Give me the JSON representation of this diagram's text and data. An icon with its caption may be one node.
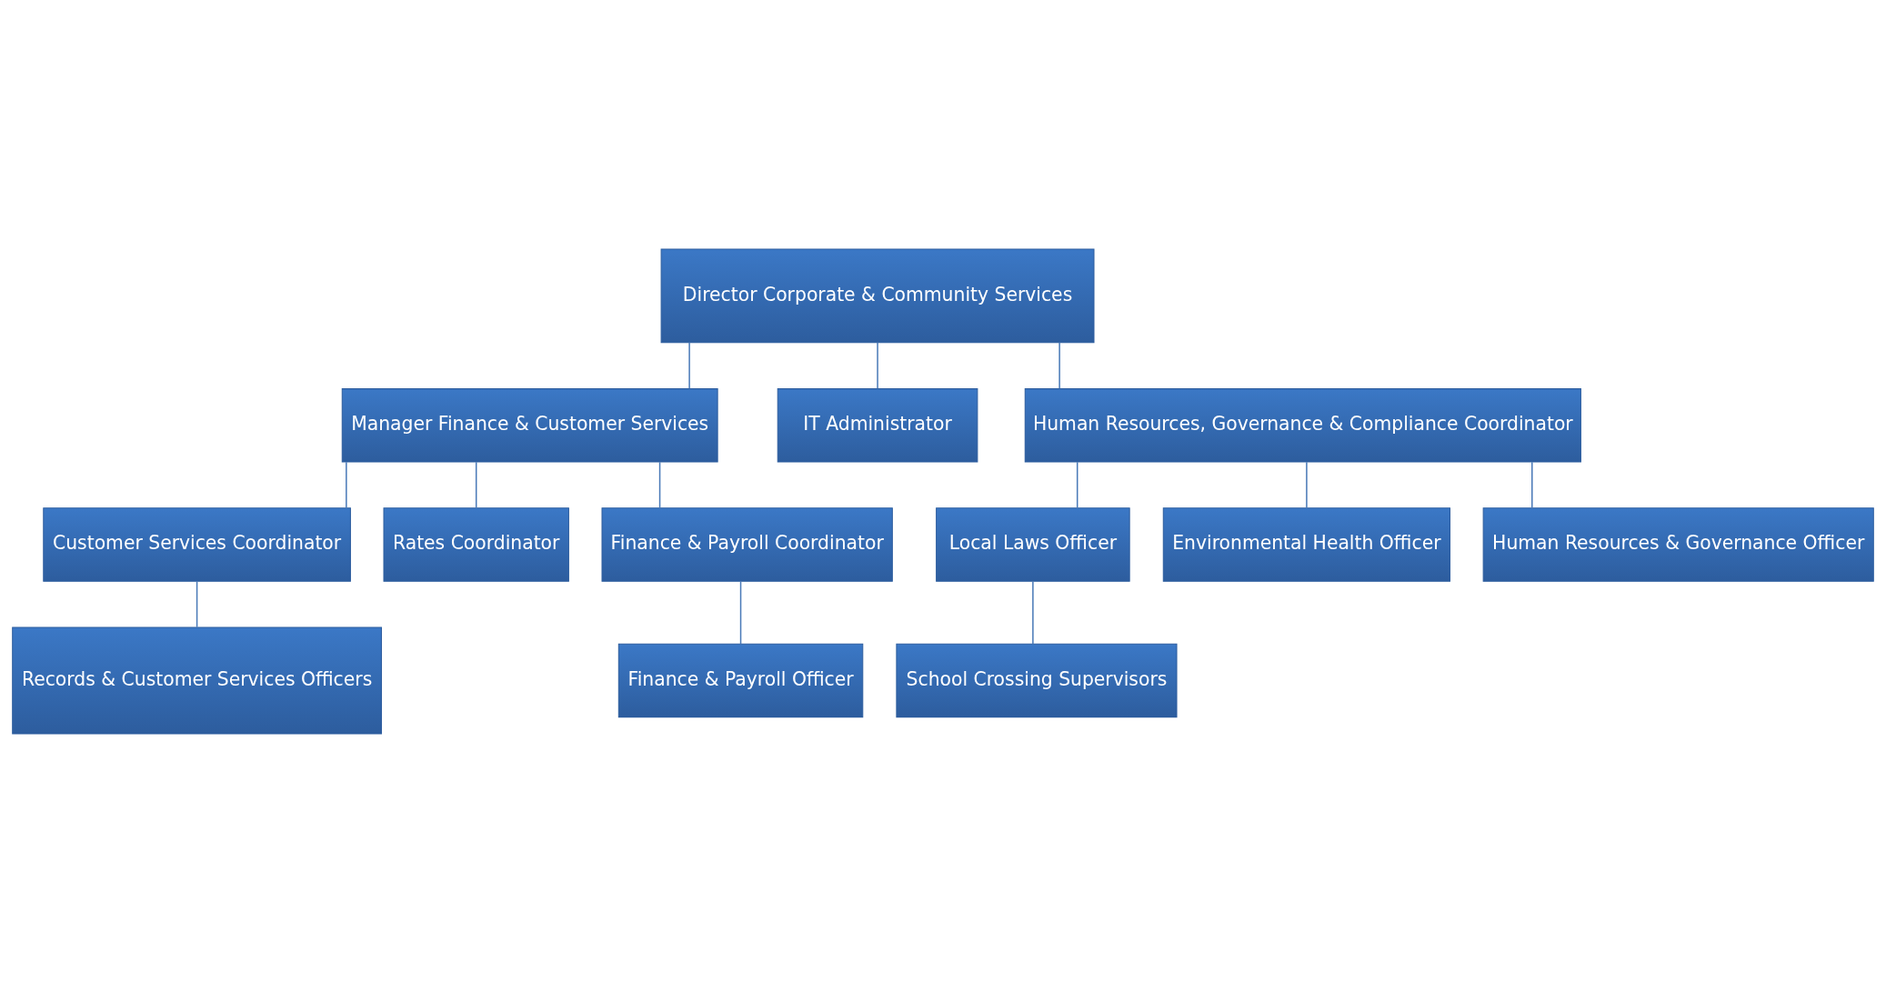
{
  "diagram": {
    "nodes": [
      {
        "text": [
          "Director Corporate & Community Services"
        ]
      },
      {
        "text": [
          "Manager Finance & Customer Services"
        ]
      },
      {
        "text": [
          "IT Administrator"
        ]
      },
      {
        "text": [
          "Human Resources, Governance & Compliance Coordinator"
        ]
      },
      {
        "text": [
          "Customer Services Coordinator"
        ]
      },
      {
        "text": [
          "Rates Coordinator"
        ]
      },
      {
        "text": [
          "Finance & Payroll Coordinator"
        ]
      },
      {
        "text": [
          "Local Laws Officer"
        ]
      },
      {
        "text": [
          "Environmental Health Officer"
        ]
      },
      {
        "text": [
          "Human Resources & Governance Officer"
        ]
      },
      {
        "text": [
          "Records & Customer Services Officers"
        ]
      },
      {
        "text": [
          "Finance & Payroll Officer"
        ]
      },
      {
        "text": [
          "School Crossing Supervisors"
        ]
      }
    ],
    "edges": [
      {
        "from": 0,
        "to": 1,
        "arrow": "none"
      },
      {
        "from": 0,
        "to": 2,
        "arrow": "none"
      },
      {
        "from": 0,
        "to": 3,
        "arrow": "none"
      },
      {
        "from": 1,
        "to": 4,
        "arrow": "none"
      },
      {
        "from": 1,
        "to": 5,
        "arrow": "none"
      },
      {
        "from": 1,
        "to": 6,
        "arrow": "none"
      },
      {
        "from": 3,
        "to": 7,
        "arrow": "none"
      },
      {
        "from": 3,
        "to": 8,
        "arrow": "none"
      },
      {
        "from": 3,
        "to": 9,
        "arrow": "none"
      },
      {
        "from": 4,
        "to": 10,
        "arrow": "none"
      },
      {
        "from": 6,
        "to": 11,
        "arrow": "none"
      },
      {
        "from": 7,
        "to": 12,
        "arrow": "none"
      }
    ]
  }
}
